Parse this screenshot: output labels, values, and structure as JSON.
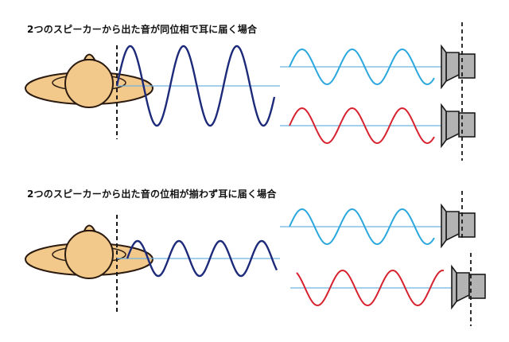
{
  "captions": {
    "in_phase": "2つのスピーカーから出た音が同位相で耳に届く場合",
    "out_of_phase": "2つのスピーカーから出た音の位相が揃わず耳に届く場合"
  },
  "colors": {
    "skin": "#f2c98a",
    "skin_outline": "#2a1a10",
    "combined_wave": "#1d2a7a",
    "speaker_wave_1": "#2aa8de",
    "speaker_wave_2": "#d8222f",
    "axis_line": "#6fb4e0",
    "speaker_fill": "#b3b3b3",
    "speaker_outline": "#1a1a1a"
  },
  "icons": {
    "listener": "head-top-view-icon",
    "speaker": "speaker-side-icon"
  },
  "scenarios": [
    {
      "id": "in-phase",
      "combined_amplitude_relative": 2,
      "speaker_1_phase_deg": 0,
      "speaker_2_phase_deg": 0
    },
    {
      "id": "out-of-phase",
      "combined_amplitude_relative": 1,
      "speaker_1_phase_deg": 0,
      "speaker_2_phase_deg": 120
    }
  ]
}
